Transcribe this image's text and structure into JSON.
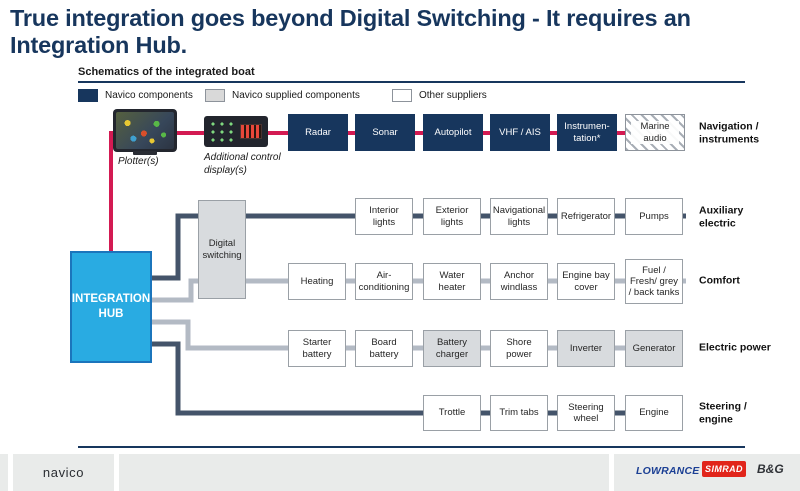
{
  "title": "True integration goes beyond Digital Switching - It requires an Integration Hub.",
  "subtitle": "Schematics of the integrated boat",
  "legend": [
    {
      "label": "Navico components",
      "type": "navico"
    },
    {
      "label": "Navico supplied components",
      "type": "supplied"
    },
    {
      "label": "Other suppliers",
      "type": "other"
    }
  ],
  "devices": {
    "plotter_label": "Plotter(s)",
    "display_label": "Additional control display(s)"
  },
  "hub_label": "INTEGRATION HUB",
  "digital_switching_label": "Digital switching",
  "sections": [
    {
      "id": "navigation",
      "side_label": "Navigation / instruments",
      "boxes": [
        {
          "label": "Radar",
          "type": "navico"
        },
        {
          "label": "Sonar",
          "type": "navico"
        },
        {
          "label": "Autopilot",
          "type": "navico"
        },
        {
          "label": "VHF / AIS",
          "type": "navico"
        },
        {
          "label": "Instrumen-tation*",
          "type": "navico"
        },
        {
          "label": "Marine audio",
          "type": "hatched"
        }
      ]
    },
    {
      "id": "auxiliary-electric",
      "side_label": "Auxiliary electric",
      "boxes": [
        {
          "label": "Interior lights",
          "type": "other"
        },
        {
          "label": "Exterior lights",
          "type": "other"
        },
        {
          "label": "Navigational lights",
          "type": "other"
        },
        {
          "label": "Refrigerator",
          "type": "other"
        },
        {
          "label": "Pumps",
          "type": "other"
        }
      ]
    },
    {
      "id": "comfort",
      "side_label": "Comfort",
      "boxes": [
        {
          "label": "Heating",
          "type": "other"
        },
        {
          "label": "Air-conditioning",
          "type": "other"
        },
        {
          "label": "Water heater",
          "type": "other"
        },
        {
          "label": "Anchor windlass",
          "type": "other"
        },
        {
          "label": "Engine bay cover",
          "type": "other"
        },
        {
          "label": "Fuel / Fresh/ grey / back tanks",
          "type": "other"
        }
      ]
    },
    {
      "id": "electric-power",
      "side_label": "Electric power",
      "boxes": [
        {
          "label": "Starter battery",
          "type": "other"
        },
        {
          "label": "Board battery",
          "type": "other"
        },
        {
          "label": "Battery charger",
          "type": "supplied"
        },
        {
          "label": "Shore power",
          "type": "other"
        },
        {
          "label": "Inverter",
          "type": "supplied"
        },
        {
          "label": "Generator",
          "type": "supplied"
        }
      ]
    },
    {
      "id": "steering-engine",
      "side_label": "Steering / engine",
      "boxes": [
        {
          "label": "Trottle",
          "type": "other"
        },
        {
          "label": "Trim tabs",
          "type": "other"
        },
        {
          "label": "Steering wheel",
          "type": "other"
        },
        {
          "label": "Engine",
          "type": "other"
        }
      ]
    }
  ],
  "footer": {
    "brand": "navico",
    "logos": [
      "LOWRANCE",
      "SIMRAD",
      "B&G"
    ]
  },
  "colors": {
    "navy": "#17365D",
    "hub_blue": "#29ABE2",
    "hub_border": "#1B75BC",
    "red_line": "#D31A52",
    "dark_line": "#44546A",
    "gray_line": "#B3BAC4",
    "supplied_gray": "#D8DBDE",
    "footer_gray": "#E9EBEA",
    "lowrance_blue": "#1B3F94",
    "simrad_red": "#E1251B"
  }
}
